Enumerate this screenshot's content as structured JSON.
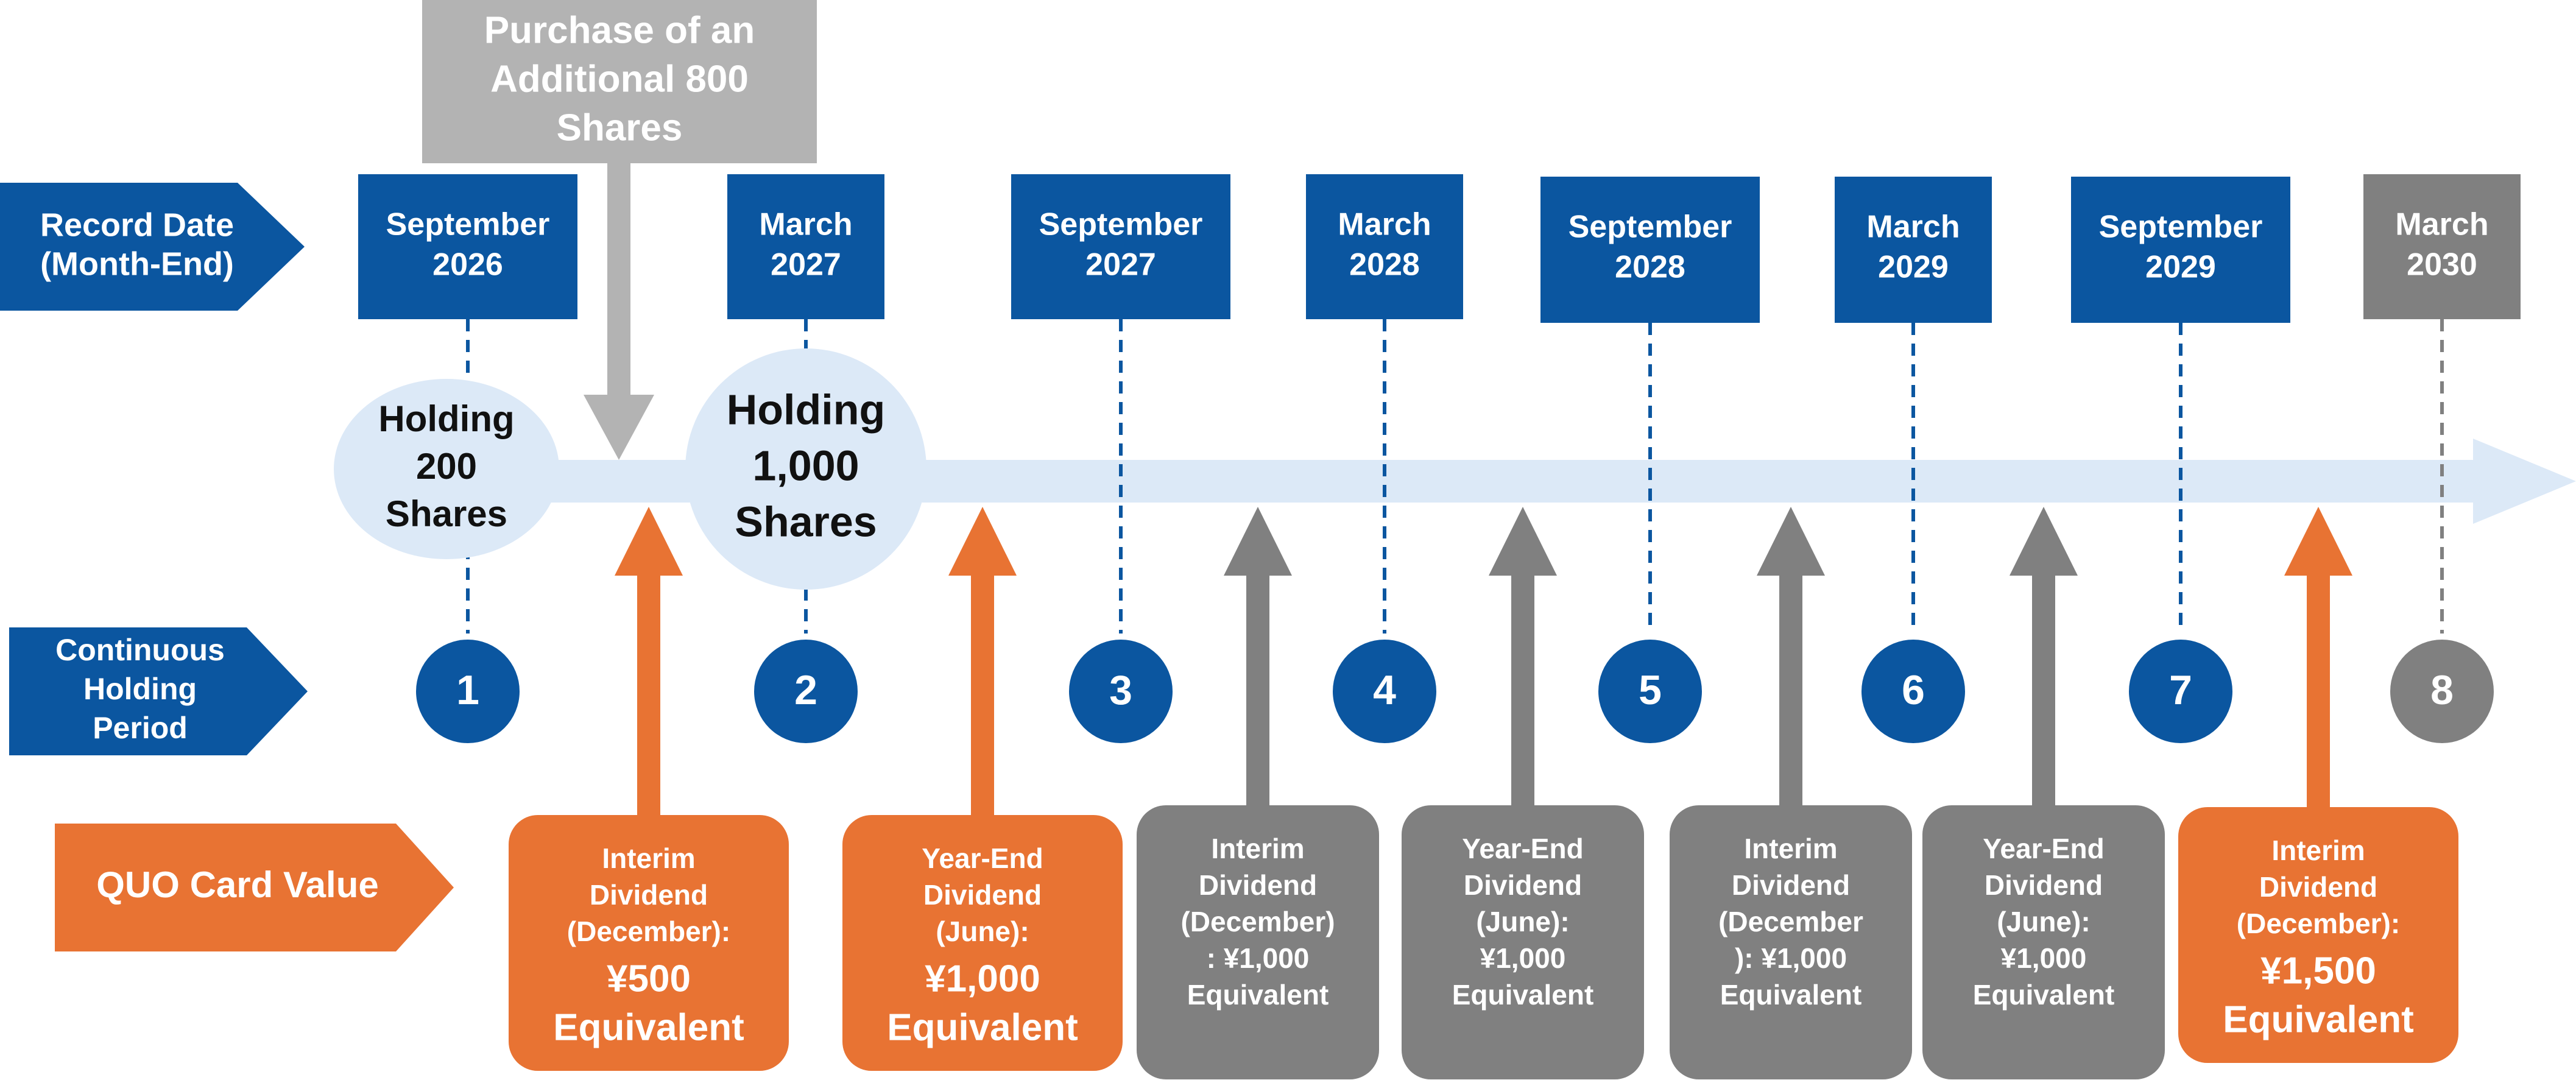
{
  "colors": {
    "blue": "#0b56a0",
    "gray": "#808080",
    "orange": "#e87333",
    "light_blue": "#dce9f7",
    "purchase_gray": "#b3b3b3",
    "white": "#ffffff",
    "text_dark": "#111111"
  },
  "labels": {
    "record_date": [
      "Record Date",
      "(Month-End)"
    ],
    "continuous_holding": [
      "Continuous",
      "Holding",
      "Period"
    ],
    "quo_card": "QUO Card Value"
  },
  "purchase": {
    "lines": [
      "Purchase of an",
      "Additional 800",
      "Shares"
    ]
  },
  "holdings": [
    {
      "lines": [
        "Holding",
        "200",
        "Shares"
      ]
    },
    {
      "lines": [
        "Holding",
        "1,000",
        "Shares"
      ]
    }
  ],
  "record_dates": [
    {
      "month": "September",
      "year": "2026",
      "color": "blue"
    },
    {
      "month": "March",
      "year": "2027",
      "color": "blue"
    },
    {
      "month": "September",
      "year": "2027",
      "color": "blue"
    },
    {
      "month": "March",
      "year": "2028",
      "color": "blue"
    },
    {
      "month": "September",
      "year": "2028",
      "color": "blue"
    },
    {
      "month": "March",
      "year": "2029",
      "color": "blue"
    },
    {
      "month": "September",
      "year": "2029",
      "color": "blue"
    },
    {
      "month": "March",
      "year": "2030",
      "color": "gray"
    }
  ],
  "periods": [
    {
      "n": "1",
      "color": "blue"
    },
    {
      "n": "2",
      "color": "blue"
    },
    {
      "n": "3",
      "color": "blue"
    },
    {
      "n": "4",
      "color": "blue"
    },
    {
      "n": "5",
      "color": "blue"
    },
    {
      "n": "6",
      "color": "blue"
    },
    {
      "n": "7",
      "color": "blue"
    },
    {
      "n": "8",
      "color": "gray"
    }
  ],
  "dividends": [
    {
      "color": "orange",
      "lines": [
        "Interim",
        "Dividend",
        "(December):"
      ],
      "value": [
        "¥500",
        "Equivalent"
      ]
    },
    {
      "color": "orange",
      "lines": [
        "Year-End",
        "Dividend",
        "(June):"
      ],
      "value": [
        "¥1,000",
        "Equivalent"
      ]
    },
    {
      "color": "gray",
      "lines": [
        "Interim",
        "Dividend",
        "(December)",
        ": ¥1,000",
        "Equivalent"
      ],
      "value": []
    },
    {
      "color": "gray",
      "lines": [
        "Year-End",
        "Dividend",
        "(June):",
        "¥1,000",
        "Equivalent"
      ],
      "value": []
    },
    {
      "color": "gray",
      "lines": [
        "Interim",
        "Dividend",
        "(December",
        "): ¥1,000",
        "Equivalent"
      ],
      "value": []
    },
    {
      "color": "gray",
      "lines": [
        "Year-End",
        "Dividend",
        "(June):",
        "¥1,000",
        "Equivalent"
      ],
      "value": []
    },
    {
      "color": "orange",
      "lines": [
        "Interim",
        "Dividend",
        "(December):"
      ],
      "value": [
        "¥1,500",
        "Equivalent"
      ]
    }
  ]
}
